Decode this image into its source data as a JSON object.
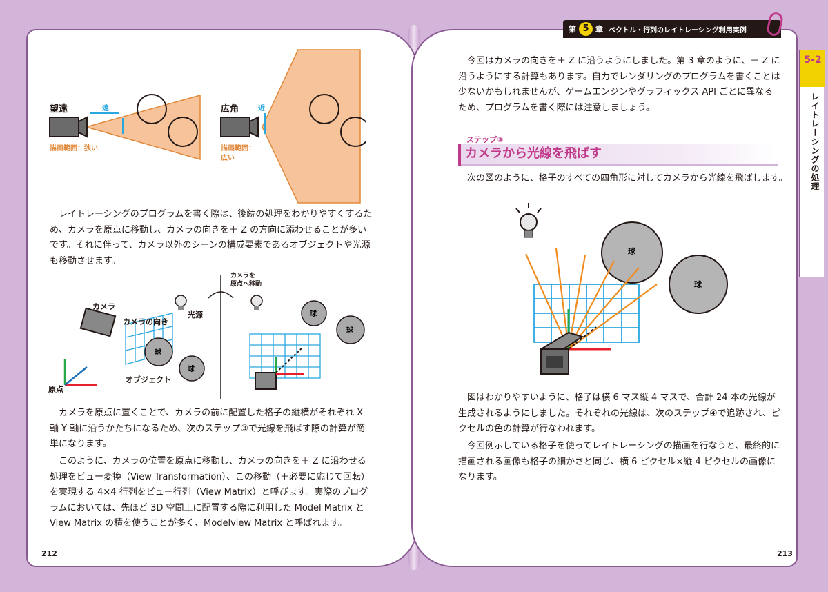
{
  "header": {
    "chapter_prefix": "第",
    "chapter_number": "5",
    "chapter_suffix": "章",
    "chapter_title": "ベクトル・行列のレイトレーシング利用実例"
  },
  "side_tab": {
    "section": "5-2",
    "title": "レイトレーシングの処理"
  },
  "left_page": {
    "fig_top": {
      "tele_label": "望遠",
      "tele_far": "遠",
      "tele_range": "描画範囲：狭い",
      "wide_label": "広角",
      "wide_near": "近",
      "wide_range_line1": "描画範囲：",
      "wide_range_line2": "広い"
    },
    "para1": [
      "レイトレーシングのプログラムを書く際は、後続の処理をわかりやすくするた",
      "め、カメラを原点に移動し、カメラの向きを＋ Z の方向に添わせることが多い",
      "です。それに伴って、カメラ以外のシーンの構成要素であるオブジェクトや光源",
      "も移動させます。"
    ],
    "fig_mid": {
      "camera": "カメラ",
      "camera_dir": "カメラの向き",
      "light": "光源",
      "object": "オブジェクト",
      "origin": "原点",
      "sphere": "球",
      "move_line1": "カメラを",
      "move_line2": "原点へ移動"
    },
    "para2": [
      "カメラを原点に置くことで、カメラの前に配置した格子の縦横がそれぞれ X",
      "軸 Y 軸に沿うかたちになるため、次のステップ③で光線を飛ばす際の計算が簡",
      "単になります。"
    ],
    "para3": [
      "このように、カメラの位置を原点に移動し、カメラの向きを＋ Z に沿わせる",
      "処理をビュー変換（View Transformation）、この移動（＋必要に応じて回転）",
      "を実現する 4×4 行列をビュー行列（View Matrix）と呼びます。実際のプログ",
      "ラムにおいては、先ほど 3D 空間上に配置する際に利用した Model Matrix と",
      "View Matrix の積を使うことが多く、Modelview Matrix と呼ばれます。"
    ],
    "page_number": "212"
  },
  "right_page": {
    "para1": [
      "今回はカメラの向きを＋ Z に沿うようにしました。第 3 章のように、－ Z に",
      "沿うようにする計算もあります。自力でレンダリングのプログラムを書くことは",
      "少ないかもしれませんが、ゲームエンジンやグラフィックス API ごとに異なる",
      "ため、プログラムを書く際には注意しましょう。"
    ],
    "step_label": "ステップ③",
    "step_title": "カメラから光線を飛ばす",
    "para2": [
      "次の図のように、格子のすべての四角形に対してカメラから光線を飛ばします。"
    ],
    "fig": {
      "sphere": "球"
    },
    "para3": [
      "図はわかりやすいように、格子は横 6 マス縦 4 マスで、合計 24 本の光線が",
      "生成されるようにしました。それぞれの光線は、次のステップ④で追跡され、ピ",
      "クセルの色の計算が行なわれます。"
    ],
    "para4": [
      "今回例示している格子を使ってレイトレーシングの描画を行なうと、最終的に",
      "描画される画像も格子の細かさと同じ、横 6 ピクセル×縦 4 ピクセルの画像に",
      "なります。"
    ],
    "page_number": "213"
  },
  "colors": {
    "background": "#d3b5d9",
    "accent": "#c13a8a",
    "frustum": "#f7c39b",
    "grid": "#29a8e0",
    "ray": "#f08c1e",
    "axis_x": "#e6212b",
    "axis_y": "#2aa84a",
    "axis_z": "#1d6fb8"
  }
}
